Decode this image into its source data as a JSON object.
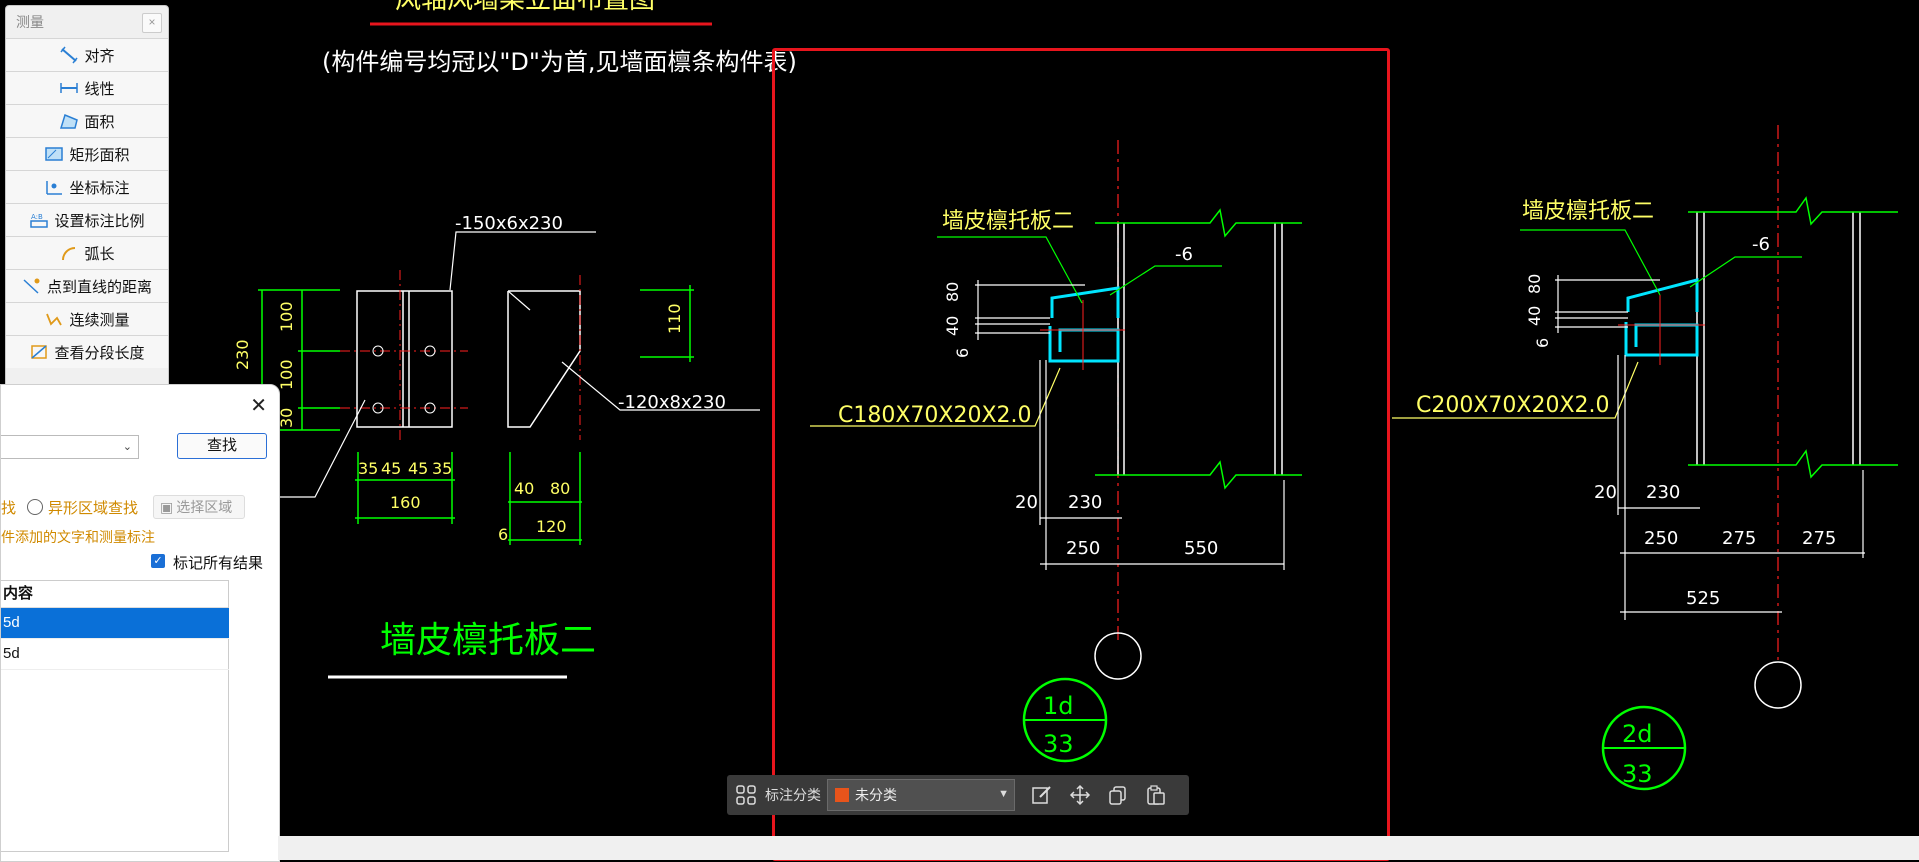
{
  "drawing": {
    "title_top": "风轴风墙梁立面布置图",
    "note": "(构件编号均冠以\"D\"为首,见墙面檩条构件表)",
    "left_label": "墙皮檩托板二",
    "left_dims": {
      "plate_top": "-150x6x230",
      "plate_side": "-120x8x230",
      "v230": "230",
      "v100a": "100",
      "v100b": "100",
      "v30": "30",
      "h35a": "35",
      "h45a": "45",
      "h45b": "45",
      "h35b": "35",
      "h160": "160",
      "h40": "40",
      "h80": "80",
      "h120": "120",
      "v110": "110",
      "v6": "6"
    },
    "middle": {
      "callout": "墙皮檩托板二",
      "plate": "-6",
      "section": "C180X70X20X2.0",
      "d80": "80",
      "d40": "40",
      "d6": "6",
      "d20": "20",
      "d230": "230",
      "d250": "250",
      "d550": "550",
      "tag_top": "1d",
      "tag_bottom": "33"
    },
    "right": {
      "callout": "墙皮檩托板二",
      "plate": "-6",
      "section": "C200X70X20X2.0",
      "d80": "80",
      "d40": "40",
      "d6": "6",
      "d20": "20",
      "d230": "230",
      "d250": "250",
      "d275a": "275",
      "d275b": "275",
      "d525": "525",
      "tag_top": "2d",
      "tag_bottom": "33"
    }
  },
  "measure_panel": {
    "title": "测量",
    "close": "×",
    "items": [
      {
        "label": "对齐",
        "icon": "align-measure-icon"
      },
      {
        "label": "线性",
        "icon": "linear-measure-icon"
      },
      {
        "label": "面积",
        "icon": "area-icon"
      },
      {
        "label": "矩形面积",
        "icon": "rect-area-icon"
      },
      {
        "label": "坐标标注",
        "icon": "coordinate-icon"
      },
      {
        "label": "设置标注比例",
        "icon": "scale-icon"
      },
      {
        "label": "弧长",
        "icon": "arc-length-icon"
      },
      {
        "label": "点到直线的距离",
        "icon": "point-line-icon"
      },
      {
        "label": "连续测量",
        "icon": "continuous-measure-icon"
      },
      {
        "label": "查看分段长度",
        "icon": "segment-length-icon"
      }
    ]
  },
  "find_dialog": {
    "close": "✕",
    "find_button": "查找",
    "option_left": "找",
    "option_polygon": "异形区域查找",
    "select_area": "选择区域",
    "hint": "件添加的文字和测量标注",
    "mark_all": "标记所有结果",
    "results_header": "内容",
    "results": [
      "5d",
      "5d"
    ]
  },
  "toolbar": {
    "label": "标注分类",
    "category": "未分类",
    "swatch_color": "#e8541b"
  },
  "colors": {
    "selection": "#e8151d",
    "cad_green": "#00ff00",
    "cad_yellow": "#ffff66",
    "cad_cyan": "#00e5ff",
    "cad_red": "#ff2020"
  }
}
